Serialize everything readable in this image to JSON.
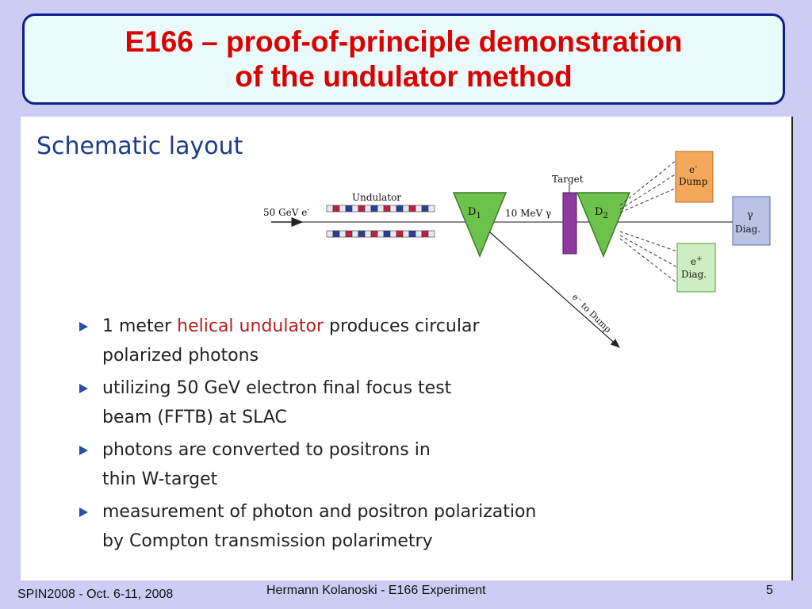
{
  "slide": {
    "title_line1": "E166 – proof-of-principle demonstration",
    "title_line2": "of the undulator method",
    "heading": "Schematic layout"
  },
  "diagram": {
    "beam_label": "50 GeV e",
    "beam_sup": "-",
    "undulator_label": "Undulator",
    "d1_label": "D",
    "d1_sub": "1",
    "photon_label": "10 MeV γ",
    "target_label": "Target",
    "d2_label": "D",
    "d2_sub": "2",
    "e_dump_line1": "e",
    "e_dump_sup": "-",
    "e_dump_line2": "Dump",
    "gamma_diag_line1": "γ",
    "gamma_diag_line2": "Diag.",
    "pos_diag_line1": "e",
    "pos_diag_sup": "+",
    "pos_diag_line2": "Diag.",
    "to_dump_label": "e⁻ to Dump"
  },
  "bullets": {
    "b1_pre": "1 meter ",
    "b1_highlight": "helical undulator",
    "b1_post": " produces circular",
    "b1_line2": "polarized photons",
    "b2_line1": "utilizing 50 GeV electron final focus test",
    "b2_line2": "beam (FFTB) at SLAC",
    "b3_line1": "photons are converted to positrons in",
    "b3_line2": "thin W-target",
    "b4_line1": "measurement of photon and positron polarization",
    "b4_line2": "by Compton transmission polarimetry"
  },
  "footer": {
    "left": "SPIN2008 - Oct. 6-11, 2008",
    "center": "Hermann Kolanoski - E166 Experiment",
    "page": "5"
  },
  "colors": {
    "title_red": "#dd0000",
    "heading_blue": "#1d3b8e",
    "magnet_green": "#6cc24a",
    "target_purple": "#8e3a9e",
    "dump_orange": "#f4a95a",
    "gamma_diag": "#b9c3e6",
    "pos_diag": "#cdeec0"
  }
}
